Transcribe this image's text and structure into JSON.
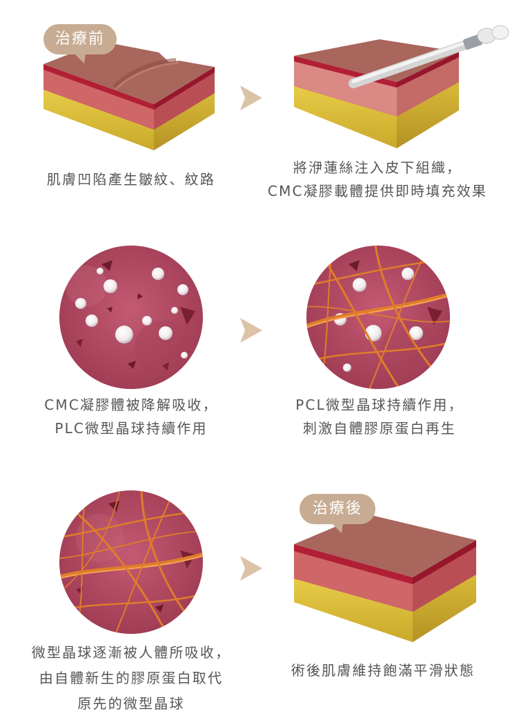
{
  "steps": [
    {
      "badge": "治療前",
      "caption": [
        "肌膚凹陷產生皺紋、紋路"
      ]
    },
    {
      "caption": [
        "將洢蓮絲注入皮下組織，",
        "CMC凝膠載體提供即時填充效果"
      ]
    },
    {
      "caption": [
        "CMC凝膠體被降解吸收，",
        "PLC微型晶球持續作用"
      ]
    },
    {
      "caption": [
        "PCL微型晶球持續作用，",
        "刺激自體膠原蛋白再生"
      ]
    },
    {
      "caption": [
        "微型晶球逐漸被人體所吸收，",
        "由自體新生的膠原蛋白取代",
        "原先的微型晶球"
      ]
    },
    {
      "badge": "治療後",
      "caption": [
        "術後肌膚維持飽滿平滑狀態"
      ]
    }
  ],
  "colors": {
    "badge": "#c7ac93",
    "arrow": "#dcc2a6",
    "skin_top": "#a8625a",
    "dermis": "#d46a6e",
    "fat": "#e2c43a",
    "circle_bg": "#b34a63",
    "fiber": "#e07c2a"
  }
}
